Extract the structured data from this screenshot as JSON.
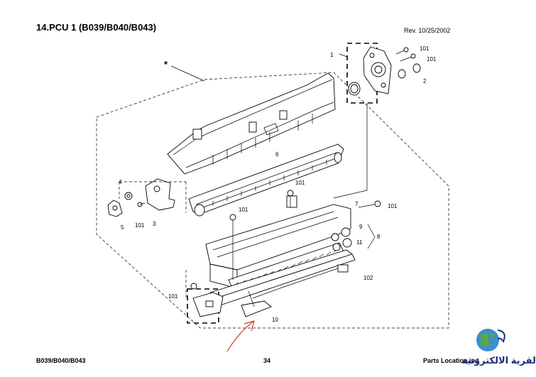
{
  "header": {
    "title": "14.PCU 1 (B039/B040/B043)",
    "revision": "Rev. 10/25/2002"
  },
  "diagram": {
    "asterisk": "*",
    "callouts": {
      "c1": "1",
      "c101a": "101",
      "c101b": "101",
      "c2": "2",
      "c4": "4",
      "c5": "5",
      "c101c": "101",
      "c3": "3",
      "c6": "6",
      "c101d": "101",
      "c101e": "101",
      "c7": "7",
      "c101f": "101",
      "c9": "9",
      "c8": "8",
      "c11": "11",
      "c102": "102",
      "c101g": "101",
      "c10": "10"
    },
    "annotation_color": "#d9382a"
  },
  "footer": {
    "models": "B039/B040/B043",
    "page": "34",
    "section": "Parts Location ind"
  },
  "watermark": {
    "text": "القرية الالكترونية",
    "colors": {
      "globe": "#3a8fd0",
      "land": "#5fa63a",
      "text": "#1b2f7a"
    }
  }
}
